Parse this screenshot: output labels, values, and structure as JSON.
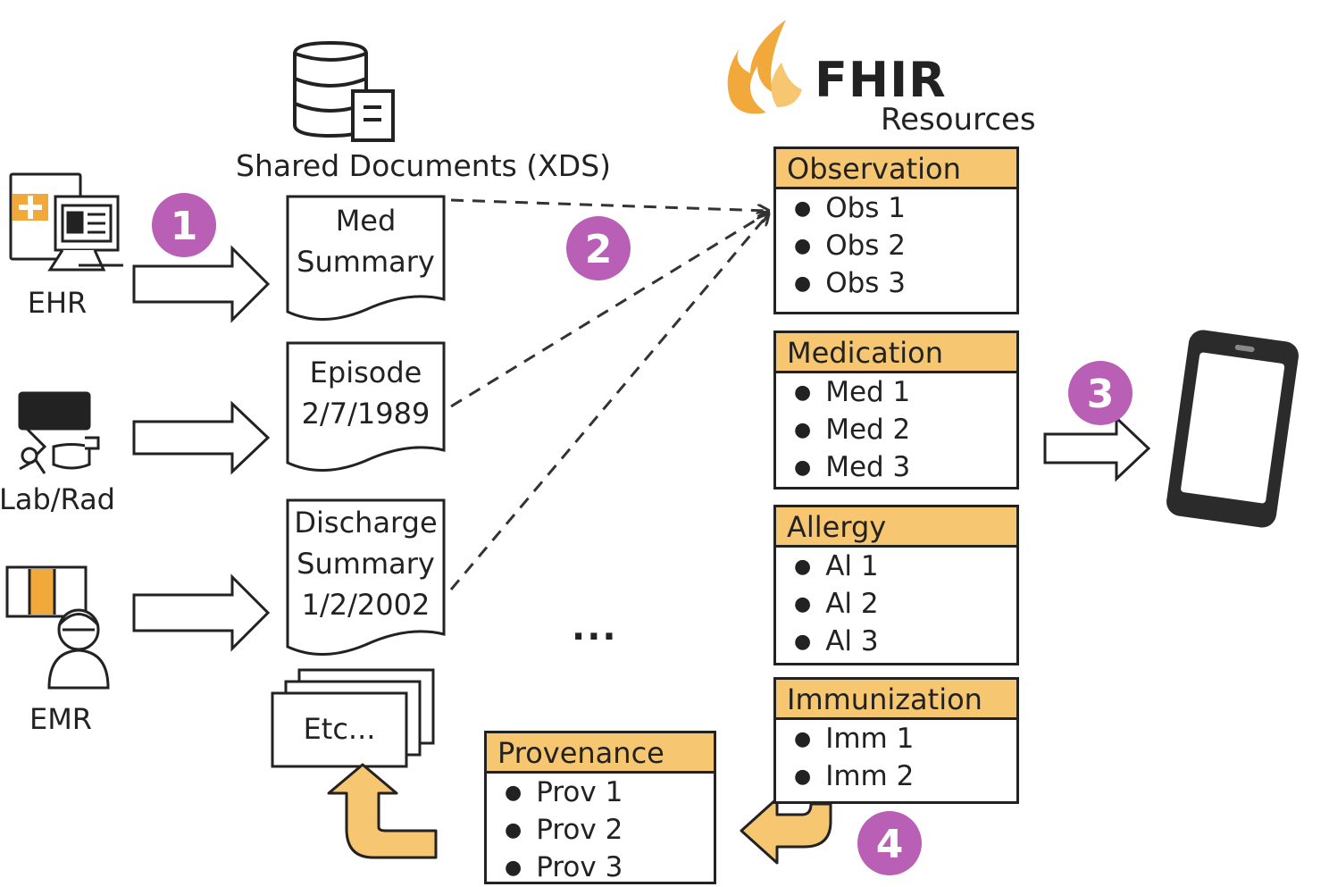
{
  "sources": [
    {
      "label": "EHR",
      "icon": "hospital-computer-icon"
    },
    {
      "label": "Lab/Rad",
      "icon": "lab-microscope-icon"
    },
    {
      "label": "EMR",
      "icon": "doctor-record-icon"
    }
  ],
  "xds": {
    "title": "Shared Documents (XDS)",
    "icon": "database-icon",
    "documents": [
      {
        "lines": [
          "Med",
          "Summary"
        ]
      },
      {
        "lines": [
          "Episode",
          "2/7/1989"
        ]
      },
      {
        "lines": [
          "Discharge",
          "Summary",
          "1/2/2002"
        ]
      }
    ],
    "etc_label": "Etc..."
  },
  "fhir": {
    "title": "FHIR",
    "subtitle": "Resources",
    "logo_icon": "fhir-flame-icon",
    "resources": [
      {
        "name": "Observation",
        "items": [
          "Obs 1",
          "Obs 2",
          "Obs 3"
        ]
      },
      {
        "name": "Medication",
        "items": [
          "Med 1",
          "Med 2",
          "Med 3"
        ]
      },
      {
        "name": "Allergy",
        "items": [
          "Al 1",
          "Al 2",
          "Al 3"
        ]
      },
      {
        "name": "Immunization",
        "items": [
          "Imm 1",
          "Imm 2"
        ]
      }
    ],
    "provenance": {
      "name": "Provenance",
      "items": [
        "Prov 1",
        "Prov 2",
        "Prov 3"
      ]
    }
  },
  "steps": [
    "1",
    "2",
    "3",
    "4"
  ],
  "ellipsis": "...",
  "device_icon": "smartphone-icon",
  "colors": {
    "step_badge": "#b95fb6",
    "resource_header": "#f6c770",
    "flame": "#f0a93a",
    "accent_orange": "#f0a93a",
    "ink": "#222222"
  }
}
